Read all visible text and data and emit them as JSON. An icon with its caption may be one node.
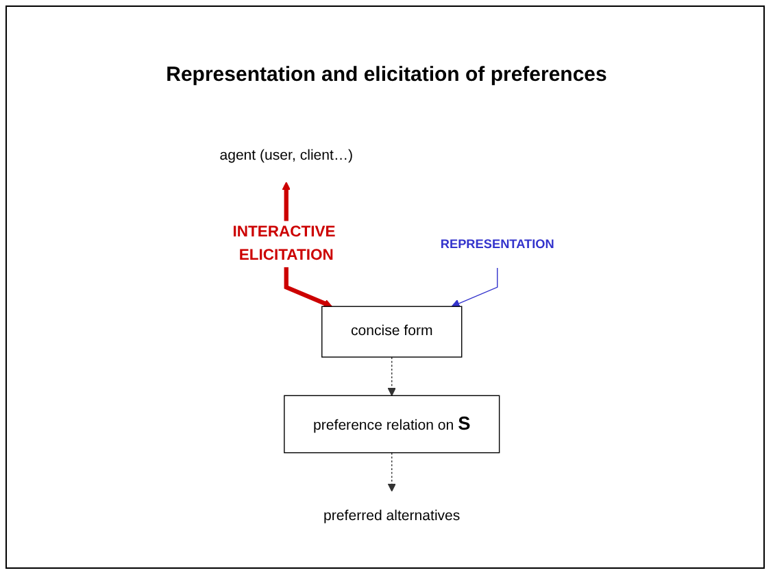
{
  "diagram": {
    "title": "Representation and elicitation of preferences",
    "nodes": [
      {
        "text": [
          "agent (user, client…)"
        ]
      },
      {
        "text": [
          "concise form"
        ]
      },
      {
        "text": [
          "preference relation on **S**"
        ]
      },
      {
        "text": [
          "preferred alternatives"
        ]
      },
      {
        "text": [
          "REPRESENTATION"
        ]
      }
    ],
    "edges": [
      {
        "from": 0,
        "to": 1,
        "arrow": "both",
        "label": "INTERACTIVE ELICITATION",
        "style": "thick",
        "color": "#cc0000"
      },
      {
        "from": 1,
        "to": 2,
        "arrow": "to",
        "style": "dashed"
      },
      {
        "from": 2,
        "to": 3,
        "arrow": "to",
        "style": "dashed"
      },
      {
        "from": 4,
        "to": 1,
        "arrow": "to",
        "color": "#3333cc"
      }
    ]
  }
}
